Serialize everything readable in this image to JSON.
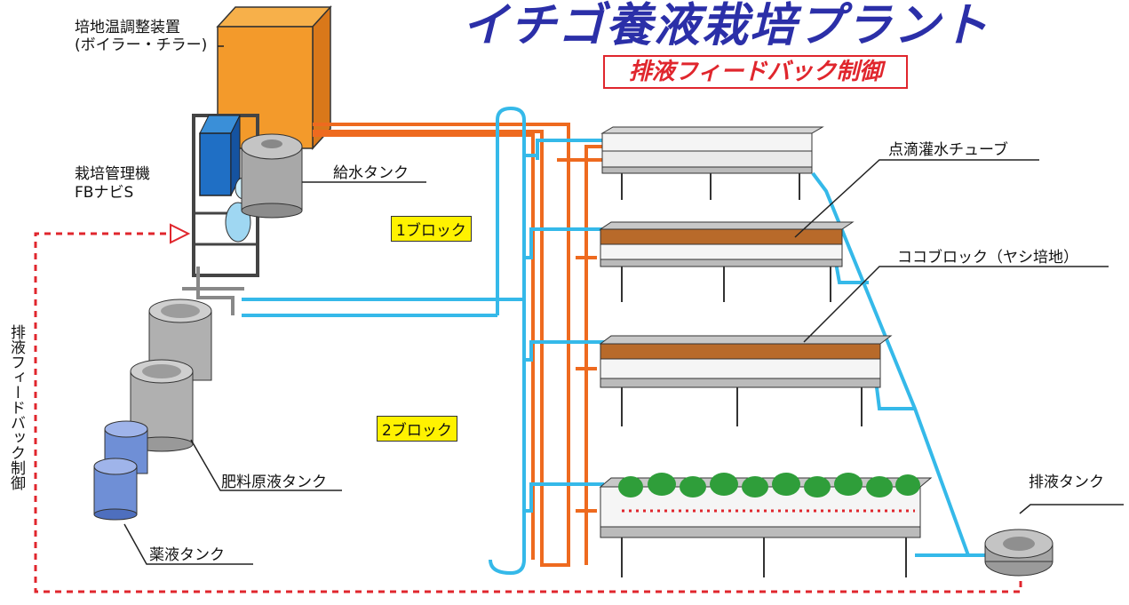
{
  "title": "イチゴ養液栽培プラント",
  "subtitle": "排液フィードバック制御",
  "labels": {
    "temp_device_line1": "培地温調整装置",
    "temp_device_line2": "(ボイラー・チラー)",
    "controller_line1": "栽培管理機",
    "controller_line2": "FBナビS",
    "water_tank": "給水タンク",
    "drip_tube": "点滴灌水チューブ",
    "coco_block": "ココブロック（ヤシ培地）",
    "fertilizer_tank": "肥料原液タンク",
    "chemical_tank": "薬液タンク",
    "drain_tank": "排液タンク",
    "feedback": "排液フィードバック制御"
  },
  "block_tags": [
    "1ブロック",
    "2ブロック"
  ],
  "colors": {
    "water_line": "#35b9e9",
    "heat_line": "#ee6a1f",
    "boiler": "#f39a2b",
    "feedback_line": "#e0262d",
    "title": "#2b2fa8"
  }
}
